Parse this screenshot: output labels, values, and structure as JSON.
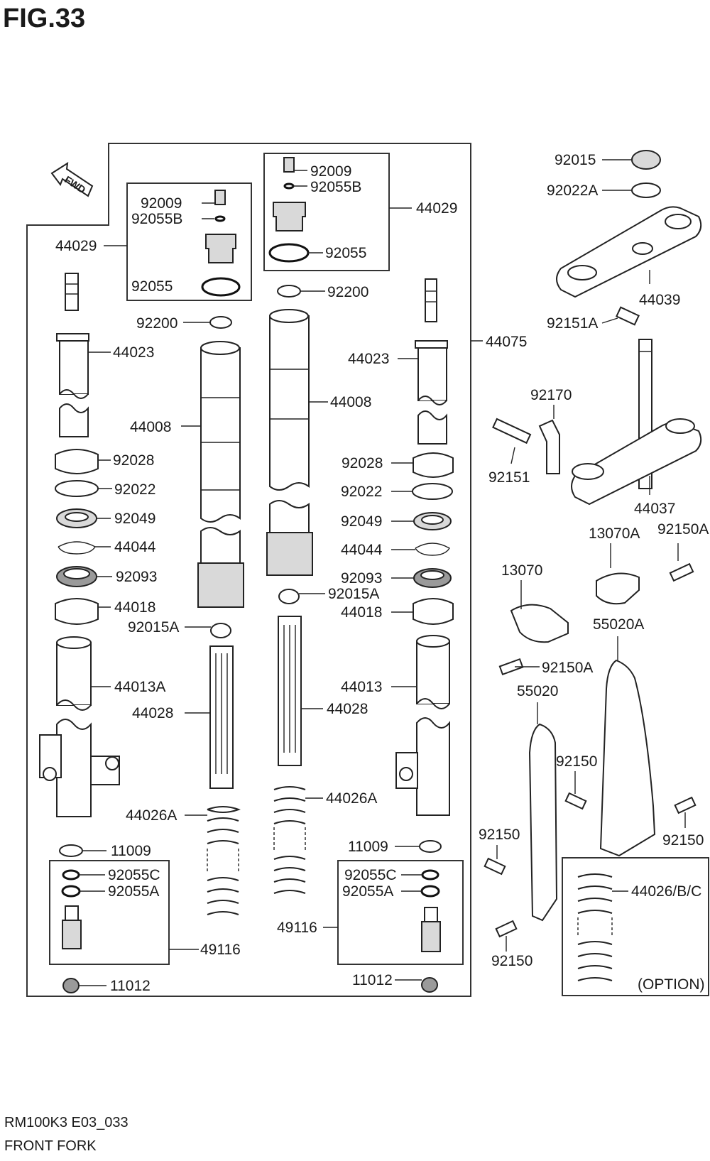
{
  "figure": {
    "number": "FIG.33"
  },
  "direction_tag": "FWD",
  "footer": {
    "code": "RM100K3 E03_033",
    "title": "FRONT FORK"
  },
  "callouts": {
    "c_92009_l": "92009",
    "c_92055b_l": "92055B",
    "c_44029_l": "44029",
    "c_92055_l": "92055",
    "c_92009_r": "92009",
    "c_92055b_r": "92055B",
    "c_44029_r": "44029",
    "c_92055_r": "92055",
    "c_92200_l": "92200",
    "c_92200_r": "92200",
    "c_44023_l": "44023",
    "c_44023_r": "44023",
    "c_44008_l": "44008",
    "c_44008_r": "44008",
    "c_44075": "44075",
    "c_92028_l": "92028",
    "c_92028_r": "92028",
    "c_92022_l": "92022",
    "c_92022_r": "92022",
    "c_92049_l": "92049",
    "c_92049_r": "92049",
    "c_44044_l": "44044",
    "c_44044_r": "44044",
    "c_92093_l": "92093",
    "c_92093_r": "92093",
    "c_44018_l": "44018",
    "c_44018_r": "44018",
    "c_92015a_l": "92015A",
    "c_92015a_r": "92015A",
    "c_44013a": "44013A",
    "c_44013": "44013",
    "c_44028_l": "44028",
    "c_44028_r": "44028",
    "c_44026a_l": "44026A",
    "c_44026a_r": "44026A",
    "c_11009_l": "11009",
    "c_11009_r": "11009",
    "c_92055c_l": "92055C",
    "c_92055a_l": "92055A",
    "c_92055c_r": "92055C",
    "c_92055a_r": "92055A",
    "c_49116_l": "49116",
    "c_49116_r": "49116",
    "c_11012_l": "11012",
    "c_11012_r": "11012",
    "c_92015": "92015",
    "c_92022a": "92022A",
    "c_44039": "44039",
    "c_92151a": "92151A",
    "c_92170": "92170",
    "c_92151": "92151",
    "c_44037": "44037",
    "c_13070a": "13070A",
    "c_92150a_top": "92150A",
    "c_13070": "13070",
    "c_92150a_mid": "92150A",
    "c_55020a": "55020A",
    "c_55020": "55020",
    "c_92150_1": "92150",
    "c_92150_2": "92150",
    "c_92150_3": "92150",
    "c_92150_4": "92150",
    "c_44026bc": "44026/B/C",
    "option": "(OPTION)"
  }
}
